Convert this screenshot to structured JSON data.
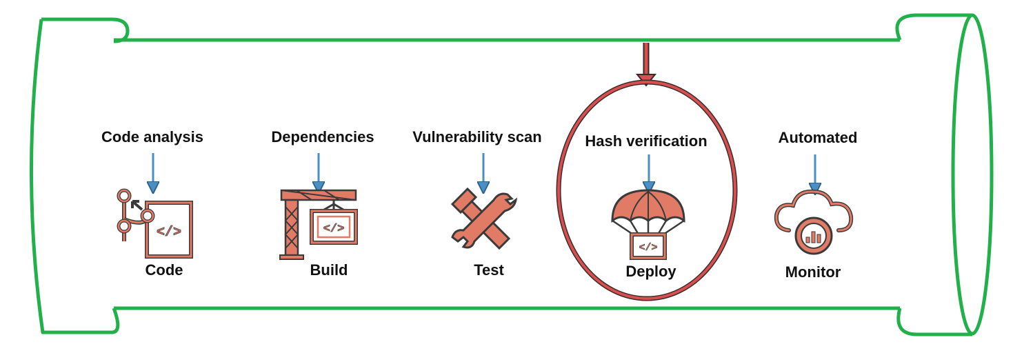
{
  "colors": {
    "pipe": "#22b04b",
    "icon_fill": "#e27b66",
    "icon_stroke": "#3a3a3a",
    "arrow": "#4a8fc4",
    "highlight": "#d84f4f"
  },
  "stages": [
    {
      "id": "code",
      "above": "Code analysis",
      "name": "Code",
      "icon": "git-branch-code-icon"
    },
    {
      "id": "build",
      "above": "Dependencies",
      "name": "Build",
      "icon": "crane-build-icon"
    },
    {
      "id": "test",
      "above": "Vulnerability scan",
      "name": "Test",
      "icon": "wrench-hammer-icon"
    },
    {
      "id": "deploy",
      "above": "Hash verification",
      "name": "Deploy",
      "icon": "parachute-deploy-icon",
      "highlighted": true
    },
    {
      "id": "monitor",
      "above": "Automated",
      "name": "Monitor",
      "icon": "cloud-chart-icon"
    }
  ]
}
